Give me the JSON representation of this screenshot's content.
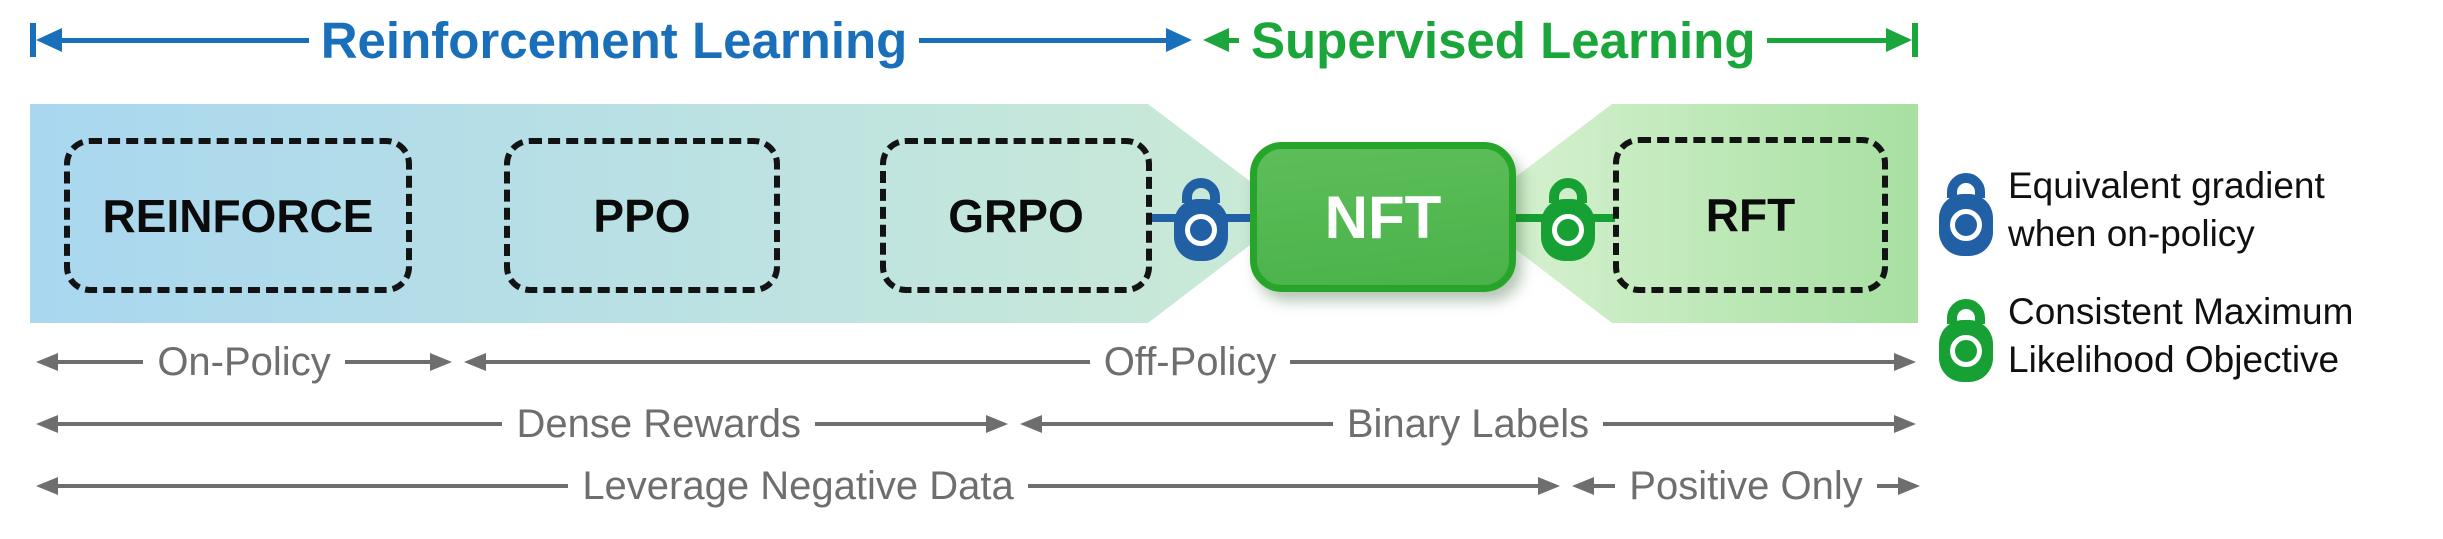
{
  "header": {
    "reinforcement": {
      "label": "Reinforcement Learning",
      "color": "#1a6fba"
    },
    "supervised": {
      "label": "Supervised Learning",
      "color": "#1ba63c"
    }
  },
  "methods": {
    "reinforce": "REINFORCE",
    "ppo": "PPO",
    "grpo": "GRPO",
    "nft": "NFT",
    "rft": "RFT"
  },
  "rows": [
    {
      "left": "On-Policy",
      "right": "Off-Policy"
    },
    {
      "left": "Dense Rewards",
      "right": "Binary Labels"
    },
    {
      "left": "Leverage Negative Data",
      "right": "Positive Only"
    }
  ],
  "legend": {
    "items": [
      {
        "icon": "lock-icon-blue",
        "color": "#2160a5",
        "line1": "Equivalent gradient",
        "line2": "when on-policy"
      },
      {
        "icon": "lock-icon-green",
        "color": "#17a034",
        "line1": "Consistent Maximum",
        "line2": "Likelihood Objective"
      }
    ]
  },
  "colors": {
    "rl_blue": "#1a6fba",
    "sl_green": "#1ba63c",
    "lock_blue": "#2160a5",
    "lock_green": "#17a034",
    "nft_fill": "#53b750",
    "nft_border": "#27a52a",
    "band_left_start": "#a9d7f0",
    "band_left_end": "#cbead6",
    "band_right_start": "#daf2d4",
    "band_right_end": "#a7e0a1",
    "annotation_gray": "#6e6e6e",
    "dashed_box_black": "#131313"
  }
}
